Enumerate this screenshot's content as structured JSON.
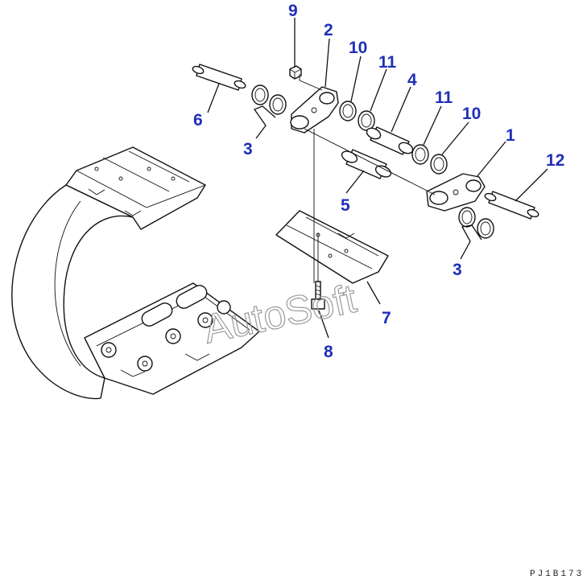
{
  "callouts": {
    "c9": "9",
    "c2": "2",
    "c10a": "10",
    "c11a": "11",
    "c4": "4",
    "c11b": "11",
    "c10b": "10",
    "c1": "1",
    "c12": "12",
    "c6": "6",
    "c3a": "3",
    "c5": "5",
    "c3b": "3",
    "c7": "7",
    "c8": "8"
  },
  "watermark": "AutoSoft",
  "drawing_code": "PJ1B173",
  "colors": {
    "callout": "#1f2fb8",
    "line": "#111111",
    "watermark": "#9a9a9a"
  }
}
